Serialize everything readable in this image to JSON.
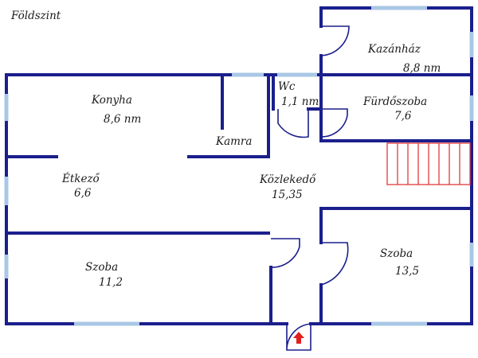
{
  "floor_label": "Földszint",
  "rooms": {
    "kazanhaz": {
      "name": "Kazánház",
      "area": "8,8 nm"
    },
    "wc": {
      "name": "Wc",
      "area": "1,1 nm"
    },
    "furdoszoba": {
      "name": "Fürdőszoba",
      "area": "7,6"
    },
    "konyha": {
      "name": "Konyha",
      "area": "8,6 nm"
    },
    "kamra": {
      "name": "Kamra"
    },
    "etkezo": {
      "name": "Étkező",
      "area": "6,6"
    },
    "kozlekedo": {
      "name": "Közlekedő",
      "area": "15,35"
    },
    "szoba_left": {
      "name": "Szoba",
      "area": "11,2"
    },
    "szoba_right": {
      "name": "Szoba",
      "area": "13,5"
    }
  },
  "colors": {
    "wall": "#1b1f8c",
    "window": "#a9c7e6",
    "stairs": "#e13a3a",
    "entrance_arrow": "#e02020"
  }
}
